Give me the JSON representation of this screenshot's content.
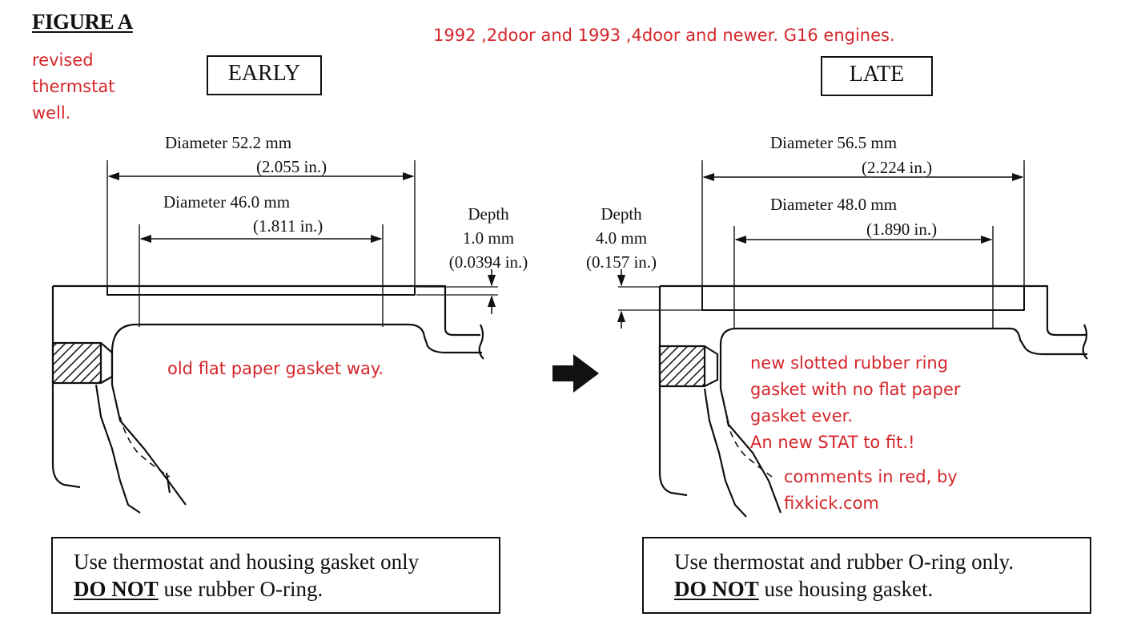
{
  "figure_title": "FIGURE A",
  "header_note": "1992 ,2door and 1993 ,4door and newer. G16 engines.",
  "side_note": [
    "revised",
    "thermstat",
    "well."
  ],
  "early": {
    "label": "EARLY",
    "outer_diameter": {
      "label": "Diameter  52.2 mm",
      "imperial": "(2.055 in.)"
    },
    "inner_diameter": {
      "label": "Diameter  46.0 mm",
      "imperial": "(1.811 in.)"
    },
    "depth": {
      "label": "Depth",
      "metric": "1.0 mm",
      "imperial": "(0.0394 in.)"
    },
    "comment": "old flat paper gasket way.",
    "instruction": {
      "line1": "Use thermostat and housing gasket only",
      "emphasis": "DO NOT",
      "line2_rest": " use rubber O-ring."
    }
  },
  "late": {
    "label": "LATE",
    "outer_diameter": {
      "label": "Diameter  56.5 mm",
      "imperial": "(2.224 in.)"
    },
    "inner_diameter": {
      "label": "Diameter  48.0 mm",
      "imperial": "(1.890 in.)"
    },
    "depth": {
      "label": "Depth",
      "metric": "4.0 mm",
      "imperial": "(0.157 in.)"
    },
    "comment": [
      "new slotted rubber ring",
      "gasket with no flat paper",
      "gasket ever.",
      "An new STAT to fit.!"
    ],
    "instruction": {
      "line1": "Use thermostat and rubber O-ring only.",
      "emphasis": "DO NOT",
      "line2_rest": " use housing gasket."
    }
  },
  "credit": [
    "comments in red, by",
    "fixkick.com"
  ],
  "colors": {
    "annotation": "#d4262b",
    "ink": "#111111",
    "background": "#ffffff"
  }
}
